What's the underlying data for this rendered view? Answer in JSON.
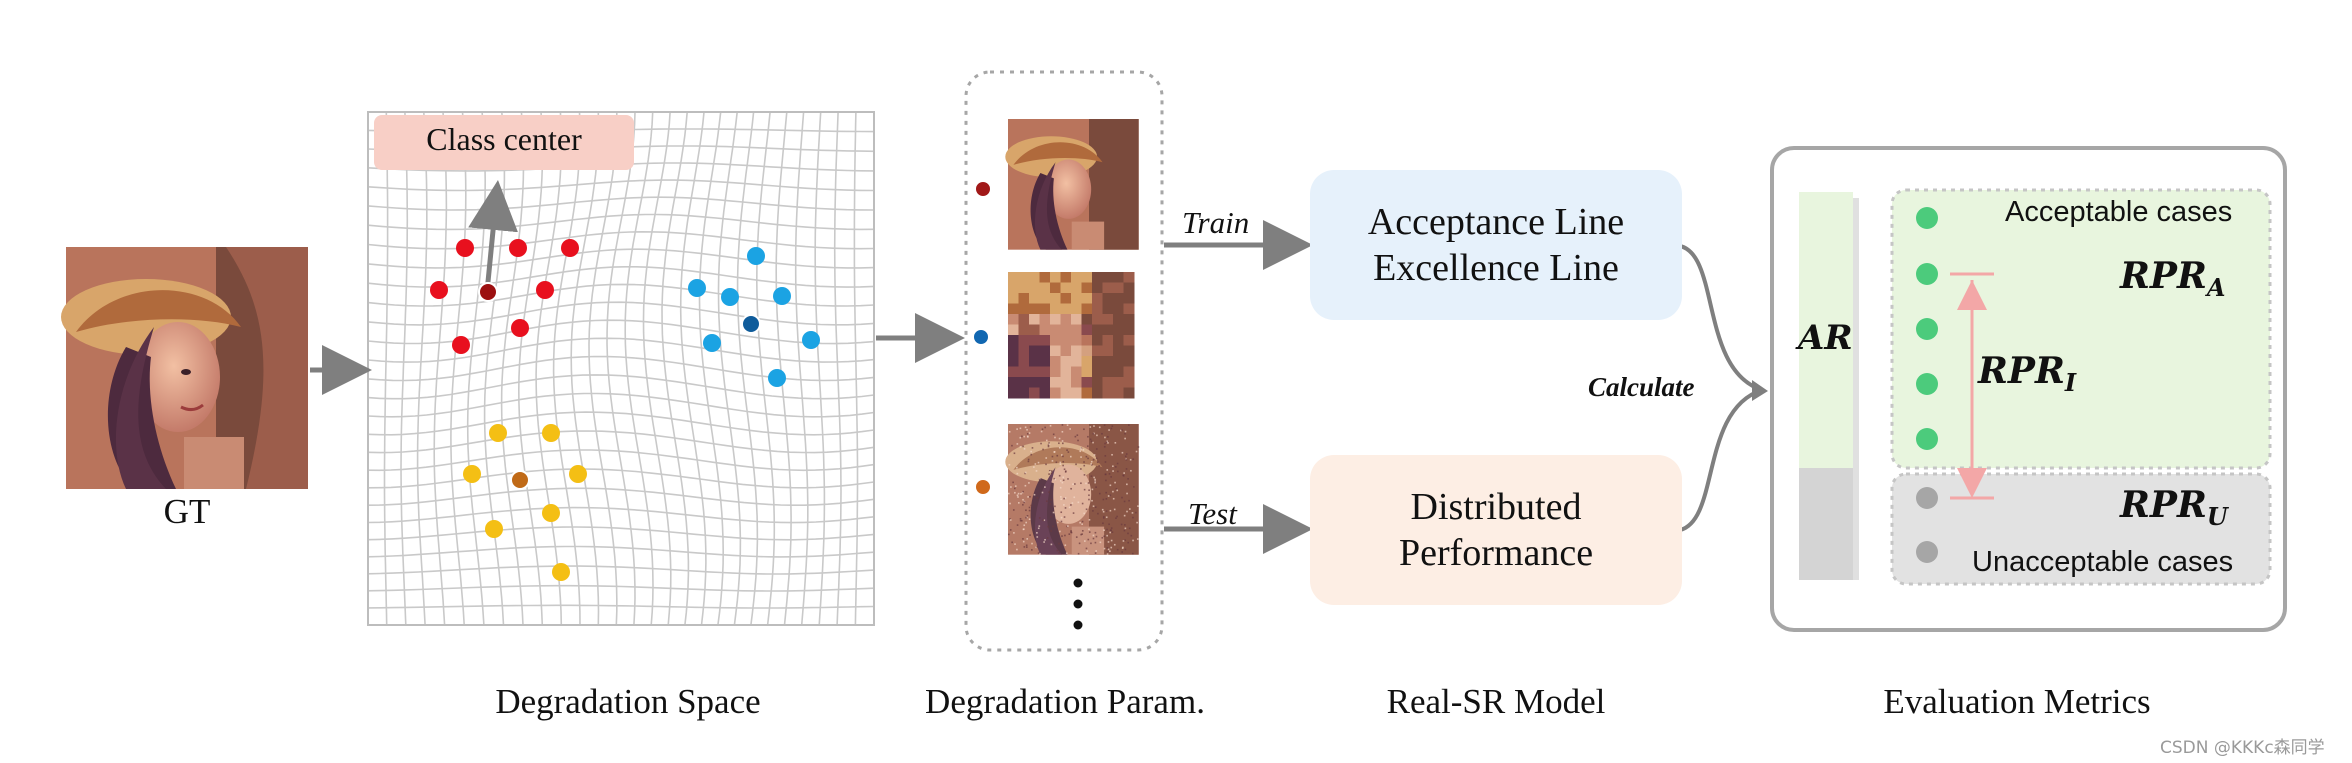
{
  "gt": {
    "label": "GT"
  },
  "degradation_space": {
    "class_center_label": "Class center",
    "caption": "Degradation Space"
  },
  "degradation_param": {
    "caption": "Degradation Param.",
    "more_marker": "⋮"
  },
  "real_sr_model": {
    "caption": "Real-SR Model",
    "train_label": "Train",
    "test_label": "Test",
    "calculate_label": "Calculate",
    "acceptance_line": "Acceptance Line",
    "excellence_line": "Excellence Line",
    "distributed_line1": "Distributed",
    "distributed_line2": "Performance"
  },
  "evaluation_metrics": {
    "caption": "Evaluation Metrics",
    "ar_label": "AR",
    "acceptable_label": "Acceptable cases",
    "unacceptable_label": "Unacceptable cases",
    "rpr_a": {
      "base": "RPR",
      "sub": "A"
    },
    "rpr_i": {
      "base": "RPR",
      "sub": "I"
    },
    "rpr_u": {
      "base": "RPR",
      "sub": "U"
    }
  },
  "watermark": "CSDN @KKKc森同学",
  "colors": {
    "red_cluster": "#e8101e",
    "blue_cluster": "#1ba3e3",
    "yellow_cluster": "#f4bf14",
    "accept_region": "#e8f5de",
    "unaccept_region": "#e2e2e2",
    "train_box": "#e6f1fb",
    "test_box": "#fdeee4",
    "accept_dot": "#4ccb7c",
    "unaccept_dot": "#a6a6a6"
  }
}
